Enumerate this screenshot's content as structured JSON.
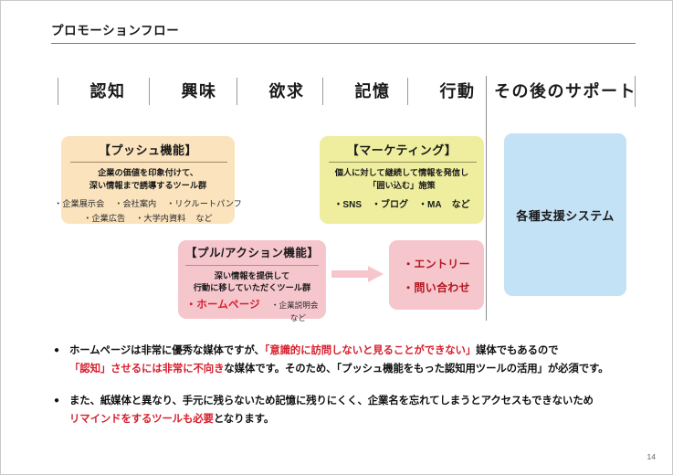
{
  "slide": {
    "title": "プロモーションフロー",
    "page_number": "14"
  },
  "stages": [
    {
      "label": "認知"
    },
    {
      "label": "興味"
    },
    {
      "label": "欲求"
    },
    {
      "label": "記憶"
    },
    {
      "label": "行動"
    },
    {
      "label": "その後のサポート"
    }
  ],
  "boxes": {
    "push": {
      "title": "【プッシュ機能】",
      "sub_line1": "企業の価値を印象付けて、",
      "sub_line2": "深い情報まで誘導するツール群",
      "row1": [
        "・企業展示会",
        "・会社案内",
        "・リクルートパンフ"
      ],
      "row2": [
        "・企業広告",
        "・大学内資料",
        "など"
      ],
      "color": "#fae3bd"
    },
    "marketing": {
      "title": "【マーケティング】",
      "sub_line1": "個人に対して継続して情報を発信し",
      "sub_line2": "「囲い込む」施策",
      "row1": [
        "・SNS",
        "・ブログ",
        "・MA",
        "など"
      ],
      "color": "#eeee9e"
    },
    "pull": {
      "title": "【プル/アクション機能】",
      "sub_line1": "深い情報を提供して",
      "sub_line2": "行動に移していただくツール群",
      "homepage": "・ホームページ",
      "setsumeikai": "・企業説明会",
      "nado": "など",
      "color": "#f6c6cd",
      "highlight_color": "#d81e2c"
    },
    "entry": {
      "line1": "・エントリー",
      "line2": "・問い合わせ",
      "color": "#f6c6cd",
      "text_color": "#b3161f"
    },
    "support": {
      "label": "各種支援システム",
      "color": "#c4e2f5"
    }
  },
  "arrow": {
    "color": "#f6c6cd",
    "direction": "right"
  },
  "bullets": [
    {
      "marker": "●",
      "line1_part1": "ホームページは非常に優秀な媒体ですが、",
      "line1_red": "「意識的に訪問しないと見ることができない」",
      "line1_part2": "媒体でもあるので",
      "line2_red": "「認知」させるには非常に不向き",
      "line2_part1": "な媒体です。そのため、「プッシュ機能をもった認知用ツールの活用」が必須です。"
    },
    {
      "marker": "●",
      "line1_part1": "また、紙媒体と異なり、手元に残らないため記憶に残りにくく、企業名を忘れてしまうとアクセスもできないため",
      "line2_red": "リマインドをするツールも必要",
      "line2_part1": "となります。"
    }
  ]
}
